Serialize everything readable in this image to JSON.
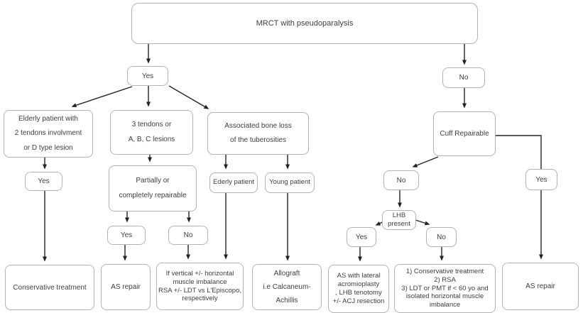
{
  "diagram": {
    "type": "flowchart",
    "root_label": "MRCT with pseudoparalysis",
    "colors": {
      "background": "#ffffff",
      "node_fill": "#ffffff",
      "node_border": "#b3b3b3",
      "text": "#3d3d3d",
      "arrow": "#222222"
    }
  },
  "nodes": {
    "mrct": {
      "label": "MRCT with pseudoparalysis"
    },
    "yes_main": {
      "label": "Yes"
    },
    "no_main": {
      "label": "No"
    },
    "elderly_2tendons": {
      "label": "Elderly patient with\n2 tendons involvment\nor D type lesion"
    },
    "three_tendons": {
      "label": "3 tendons or\nA, B, C lesions"
    },
    "bone_loss": {
      "label": "Associated bone loss\nof the tuberosities"
    },
    "cuff_repairable": {
      "label": "Cuff Repairable"
    },
    "yes_elderly": {
      "label": "Yes"
    },
    "partially_repairable": {
      "label": "Partially or\ncompletely repairable"
    },
    "ederly_patient": {
      "label": "Ederly patient"
    },
    "young_patient": {
      "label": "Young patient"
    },
    "no_cuff": {
      "label": "No"
    },
    "yes_cuff": {
      "label": "Yes"
    },
    "yes_partial": {
      "label": "Yes"
    },
    "no_partial": {
      "label": "No"
    },
    "lhb_present": {
      "label": "LHB\npresent"
    },
    "yes_lhb": {
      "label": "Yes"
    },
    "no_lhb": {
      "label": "No"
    },
    "conservative": {
      "label": "Conservative treatment"
    },
    "as_repair_left": {
      "label": "AS repair"
    },
    "imbalance": {
      "label": "If vertical +/- horizontal\nmuscle imbalance\nRSA +/- LDT vs L'Episcopo,\nrespectively"
    },
    "allograft": {
      "label": "Allograft\ni.e Calcaneum-Achillis"
    },
    "as_lateral": {
      "label": "AS with lateral\nacromioplasty\n, LHB tenotomy\n+/- ACJ resection"
    },
    "treatment_options": {
      "label": "1) Conservative treatment\n2) RSA\n3) LDT or PMT if < 60 yo and\nisolated horizontal muscle\nimbalance"
    },
    "as_repair_right": {
      "label": "AS repair"
    }
  },
  "edges": [
    {
      "from": "mrct",
      "to": "yes_main"
    },
    {
      "from": "mrct",
      "to": "no_main"
    },
    {
      "from": "yes_main",
      "to": "elderly_2tendons"
    },
    {
      "from": "yes_main",
      "to": "three_tendons"
    },
    {
      "from": "yes_main",
      "to": "bone_loss"
    },
    {
      "from": "elderly_2tendons",
      "to": "yes_elderly"
    },
    {
      "from": "yes_elderly",
      "to": "conservative"
    },
    {
      "from": "three_tendons",
      "to": "partially_repairable"
    },
    {
      "from": "partially_repairable",
      "to": "yes_partial"
    },
    {
      "from": "partially_repairable",
      "to": "no_partial"
    },
    {
      "from": "yes_partial",
      "to": "as_repair_left"
    },
    {
      "from": "no_partial",
      "to": "imbalance"
    },
    {
      "from": "bone_loss",
      "to": "ederly_patient"
    },
    {
      "from": "bone_loss",
      "to": "young_patient"
    },
    {
      "from": "ederly_patient",
      "to": "imbalance"
    },
    {
      "from": "young_patient",
      "to": "allograft"
    },
    {
      "from": "no_main",
      "to": "cuff_repairable"
    },
    {
      "from": "cuff_repairable",
      "to": "no_cuff"
    },
    {
      "from": "cuff_repairable",
      "to": "yes_cuff"
    },
    {
      "from": "no_cuff",
      "to": "lhb_present"
    },
    {
      "from": "lhb_present",
      "to": "yes_lhb"
    },
    {
      "from": "lhb_present",
      "to": "no_lhb"
    },
    {
      "from": "yes_lhb",
      "to": "as_lateral"
    },
    {
      "from": "no_lhb",
      "to": "treatment_options"
    },
    {
      "from": "yes_cuff",
      "to": "as_repair_right"
    }
  ]
}
